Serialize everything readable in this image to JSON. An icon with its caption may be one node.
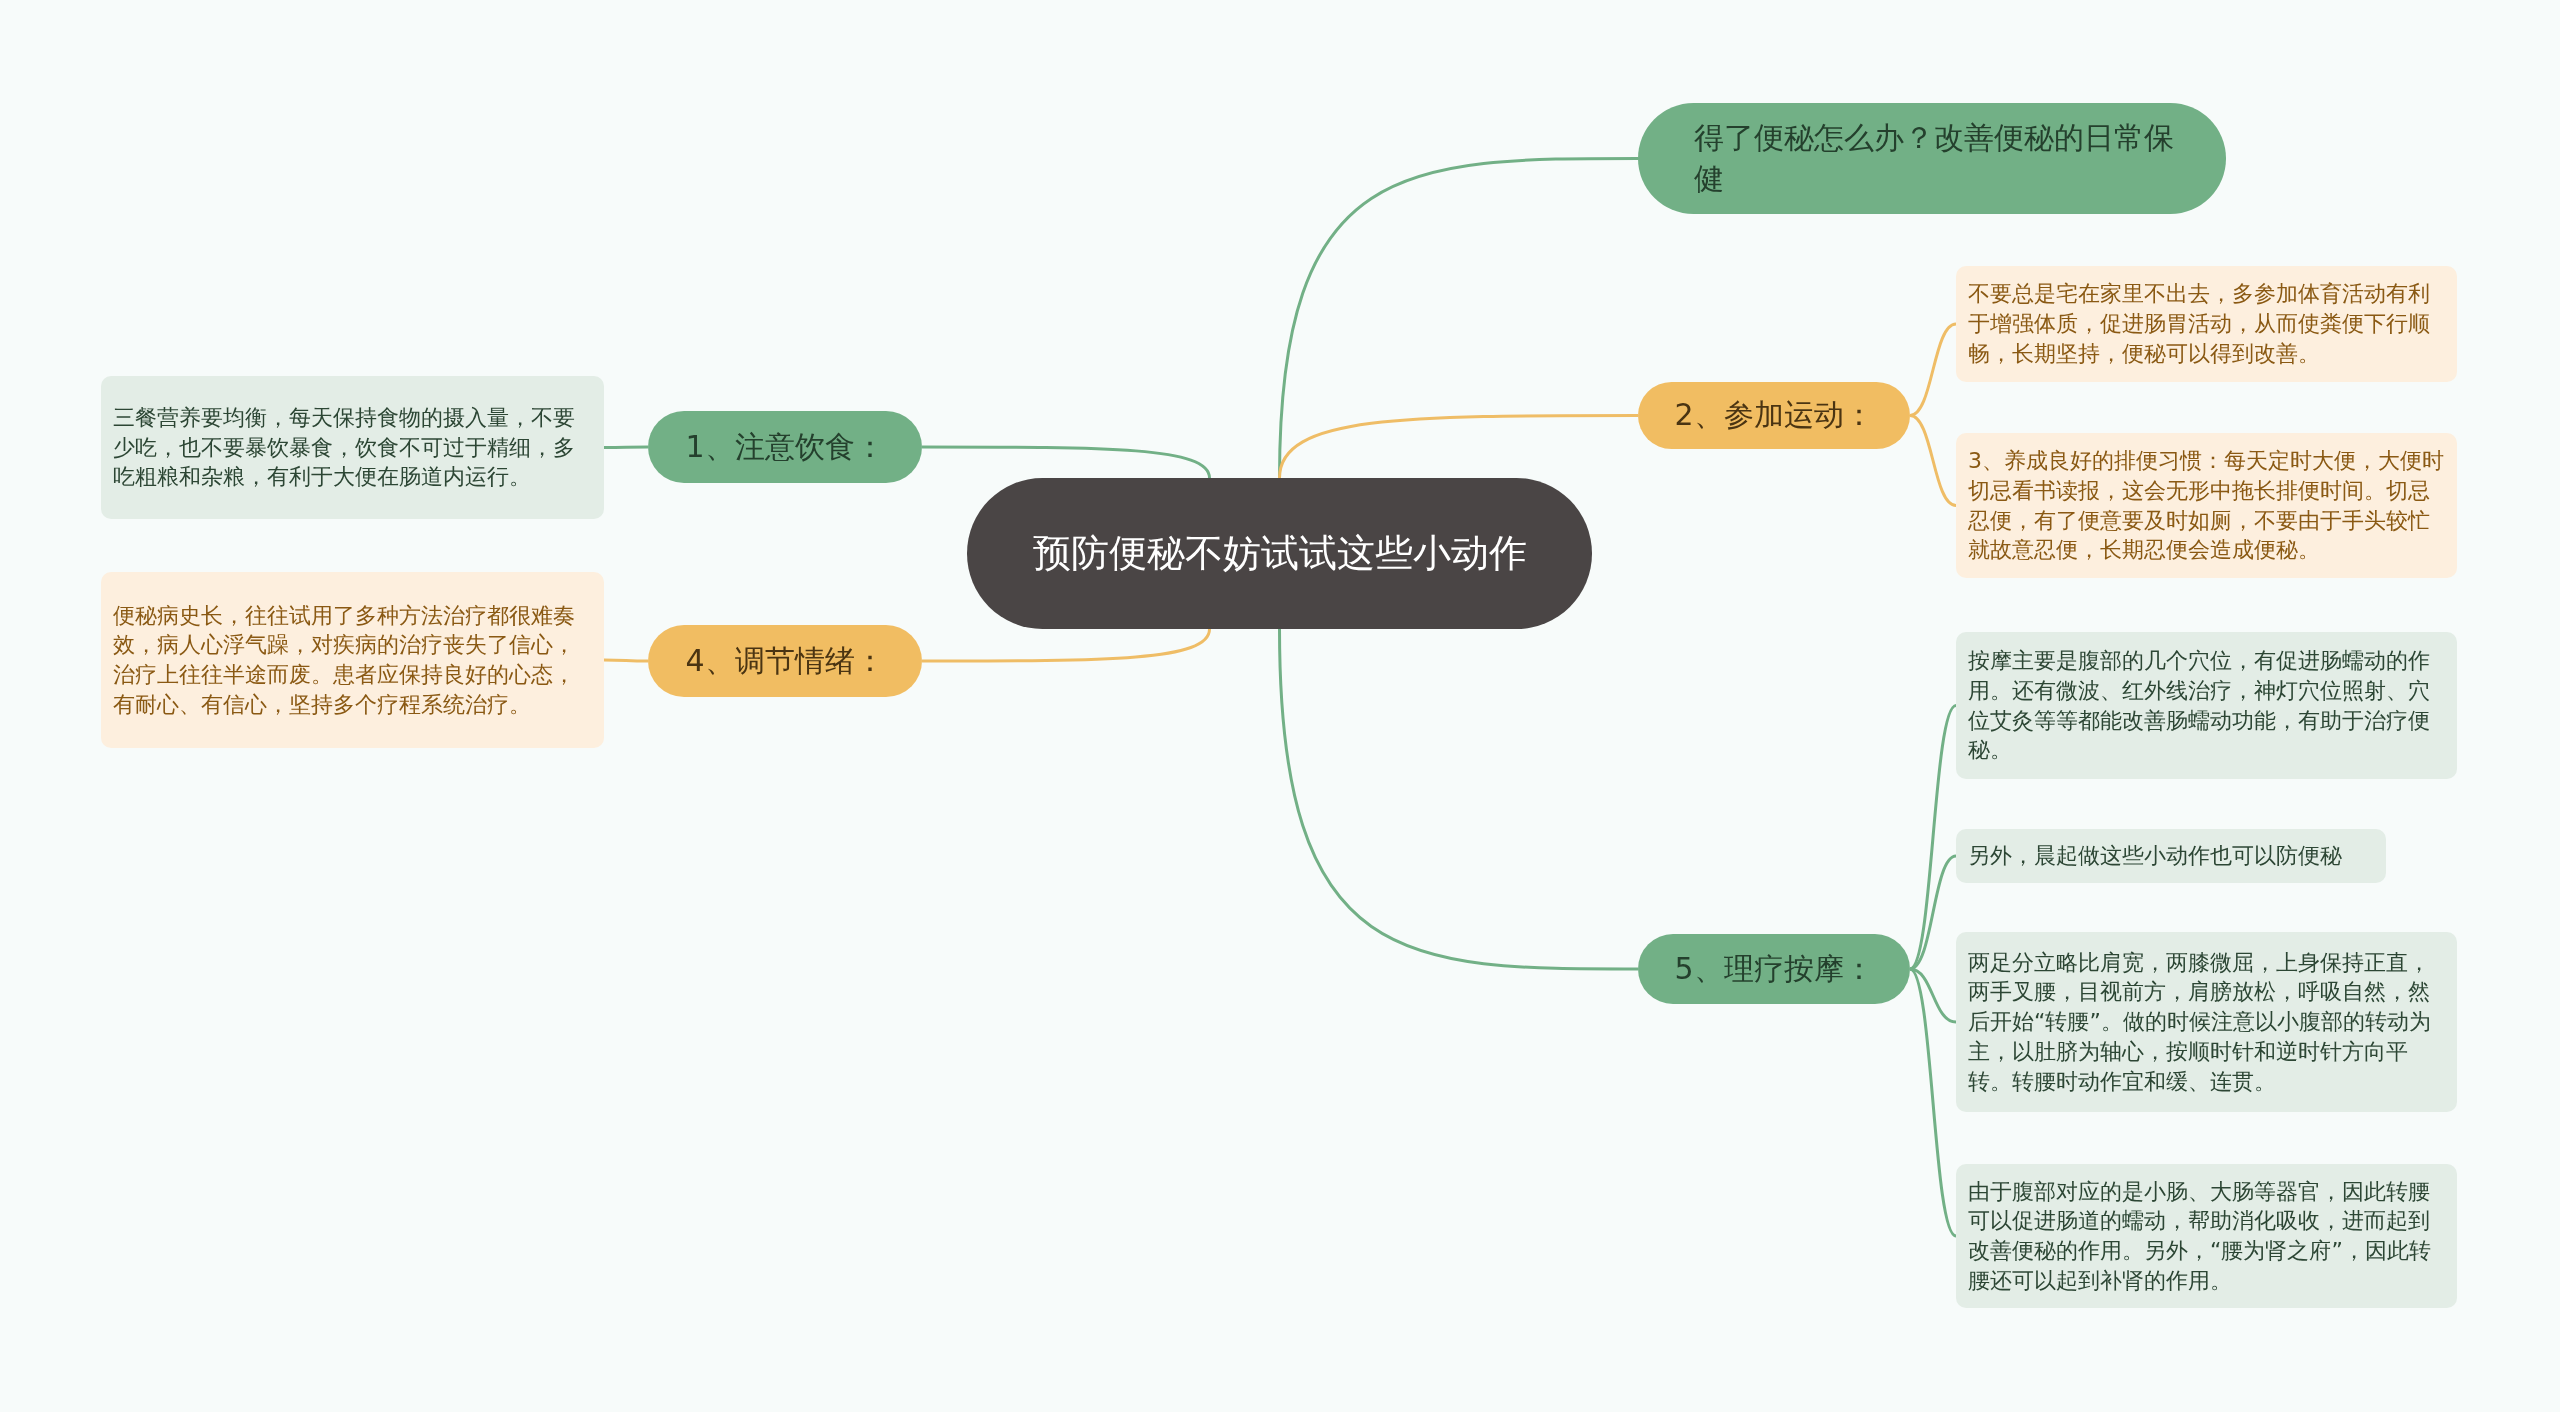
{
  "diagram": {
    "nodes": [
      {
        "text": [
          "预防便秘不妨试试这些小动作"
        ]
      },
      {
        "text": [
          "得了便秘怎么办？改善便秘的日常保健"
        ]
      },
      {
        "text": [
          "2、参加运动："
        ]
      },
      {
        "text": [
          "不要总是宅在家里不出去，多参加体育活动有利于增强体质，促进肠胃活动，从而使粪便下行顺畅，长期坚持，便秘可以得到改善。"
        ]
      },
      {
        "text": [
          "3、养成良好的排便习惯：每天定时大便，大便时切忌看书读报，这会无形中拖长排便时间。切忌忍便，有了便意要及时如厕，不要由于手头较忙就故意忍便，长期忍便会造成便秘。"
        ]
      },
      {
        "text": [
          "5、理疗按摩："
        ]
      },
      {
        "text": [
          "按摩主要是腹部的几个穴位，有促进肠蠕动的作用。还有微波、红外线治疗，神灯穴位照射、穴位艾灸等等都能改善肠蠕动功能，有助于治疗便秘。"
        ]
      },
      {
        "text": [
          "另外，晨起做这些小动作也可以防便秘"
        ]
      },
      {
        "text": [
          "两足分立略比肩宽，两膝微屈，上身保持正直，两手叉腰，目视前方，肩膀放松，呼吸自然，然后开始“转腰”。做的时候注意以小腹部的转动为主，以肚脐为轴心，按顺时针和逆时针方向平转。转腰时动作宜和缓、连贯。"
        ]
      },
      {
        "text": [
          "由于腹部对应的是小肠、大肠等器官，因此转腰可以促进肠道的蠕动，帮助消化吸收，进而起到改善便秘的作用。另外，“腰为肾之府”，因此转腰还可以起到补肾的作用。"
        ]
      },
      {
        "text": [
          "1、注意饮食："
        ]
      },
      {
        "text": [
          "三餐营养要均衡，每天保持食物的摄入量，不要少吃，也不要暴饮暴食，饮食不可过于精细，多吃粗粮和杂粮，有利于大便在肠道内运行。"
        ]
      },
      {
        "text": [
          "4、调节情绪："
        ]
      },
      {
        "text": [
          "便秘病史长，往往试用了多种方法治疗都很难奏效，病人心浮气躁，对疾病的治疗丧失了信心，治疗上往往半途而废。患者应保持良好的心态，有耐心、有信心，坚持多个疗程系统治疗。"
        ]
      }
    ],
    "edges": [
      {
        "from": 0,
        "to": 1,
        "arrow": "none"
      },
      {
        "from": 0,
        "to": 2,
        "arrow": "none",
        "color": "#efbd66"
      },
      {
        "from": 2,
        "to": 3,
        "arrow": "none",
        "color": "#efbd66"
      },
      {
        "from": 2,
        "to": 4,
        "arrow": "none",
        "color": "#efbd66"
      },
      {
        "from": 0,
        "to": 5,
        "arrow": "none"
      },
      {
        "from": 5,
        "to": 6,
        "arrow": "none"
      },
      {
        "from": 5,
        "to": 7,
        "arrow": "none"
      },
      {
        "from": 5,
        "to": 8,
        "arrow": "none"
      },
      {
        "from": 5,
        "to": 9,
        "arrow": "none"
      },
      {
        "from": 0,
        "to": 10,
        "arrow": "none"
      },
      {
        "from": 10,
        "to": 11,
        "arrow": "none"
      },
      {
        "from": 0,
        "to": 12,
        "arrow": "none",
        "color": "#efbd66"
      },
      {
        "from": 12,
        "to": 13,
        "arrow": "none",
        "color": "#efbd66"
      }
    ]
  }
}
